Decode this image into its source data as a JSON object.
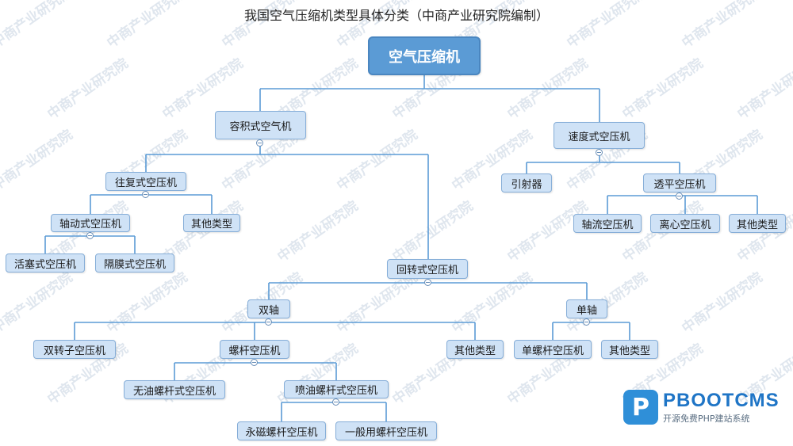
{
  "title": "我国空气压缩机类型具体分类（中商产业研究院编制）",
  "watermark": "中商产业研究院",
  "nodes": {
    "root": "空气压缩机",
    "rongji": "容积式空气机",
    "sudu": "速度式空压机",
    "wangfu": "往复式空压机",
    "yinsheqi": "引射器",
    "touping": "透平空压机",
    "zhoudong": "轴动式空压机",
    "qita1": "其他类型",
    "zhouliu": "轴流空压机",
    "lixin": "离心空压机",
    "qita2": "其他类型",
    "huosai": "活塞式空压机",
    "gemo": "隔膜式空压机",
    "huizhuan": "回转式空压机",
    "shuangzhou": "双轴",
    "danzhou": "单轴",
    "shuangzhuanzi": "双转子空压机",
    "luogan": "螺杆空压机",
    "qita3": "其他类型",
    "danluogan": "单螺杆空压机",
    "qita4": "其他类型",
    "wuyou": "无油螺杆式空压机",
    "penyou": "喷油螺杆式空压机",
    "yongci": "永磁螺杆空压机",
    "yiban": "一般用螺杆空压机"
  },
  "logo": {
    "mark": "P",
    "name": "PBOOTCMS",
    "tagline": "开源免费PHP建站系统"
  }
}
